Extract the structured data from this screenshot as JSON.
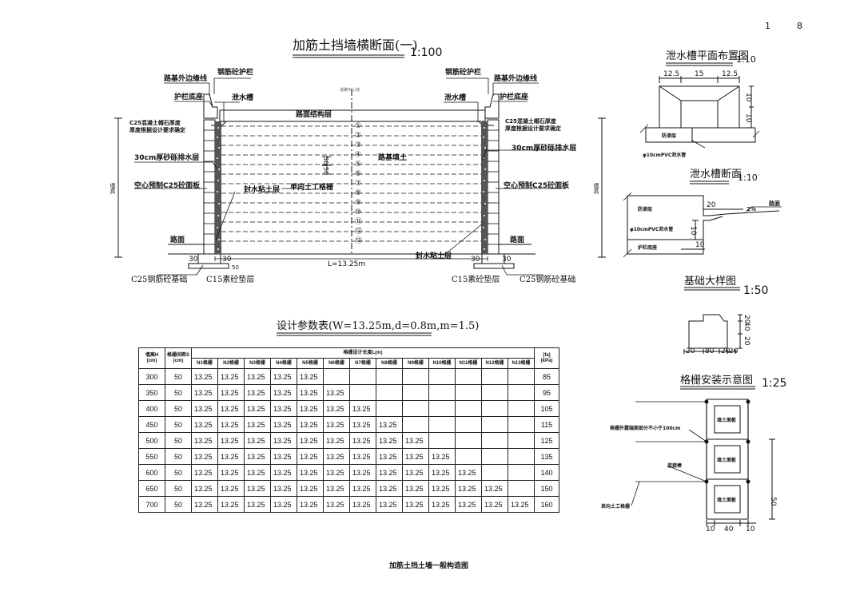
{
  "page": {
    "num_a": "1",
    "num_b": "8",
    "footer": "加筋土挡土墙一般构造图"
  },
  "section": {
    "title": "加筋土挡墙横断面(一)",
    "scale": "1:100",
    "labels": {
      "road_edge_left": "路基外边缘线",
      "road_edge_right": "路基外边缘线",
      "rail_left": "钢筋砼护栏",
      "rail_right": "钢筋砼护栏",
      "rail_base_left": "护栏底座",
      "rail_base_right": "护栏底座",
      "drain_left": "泄水槽",
      "drain_right": "泄水槽",
      "pavement": "路面结构层",
      "c25_left": "C25混凝土帽石厚度\n厚度根据设计要求确定",
      "c25_right": "C25混凝土帽石厚度\n厚度根据设计要求确定",
      "sand_left": "30cm厚砂砾排水层",
      "sand_right": "30cm厚砂砾排水层",
      "fill": "路基填土",
      "panel_left": "空心预制C25砼面板",
      "panel_right": "空心预制C25砼面板",
      "seal_clay_mid": "封水粘土层",
      "seal_clay_right": "封水粘土层",
      "geogrid": "单向土工格栅",
      "ground_left": "路面",
      "ground_right": "路面",
      "length": "L=13.25m",
      "dim_30_a": "30",
      "dim_30_b": "30",
      "dim_30_c": "30",
      "dim_30_d": "30",
      "dim_50": "50",
      "dim_50_50": "50|50",
      "c15_left": "C15素砼垫层",
      "c15_right": "C15素砼垫层",
      "found_left": "C25钢筋砼基础",
      "found_right": "C25钢筋砼基础",
      "height_left": "墙高",
      "height_right": "墙高",
      "center_line": "道路中心线",
      "layers": [
        "①",
        "②",
        "③",
        "④",
        "⑤",
        "⑥",
        "⑦",
        "⑧",
        "⑨",
        "⑩",
        "⑪",
        "⑫",
        "⑬"
      ]
    }
  },
  "drain_plan": {
    "title": "泄水槽平面布置图",
    "scale": "1:10",
    "dims": {
      "a": "12.5",
      "b": "15",
      "c": "12.5",
      "d": "10",
      "e": "10"
    },
    "labels": {
      "mat": "防渗层",
      "pipe": "φ10cmPVC泄水管"
    }
  },
  "drain_section": {
    "title": "泄水槽断面",
    "scale": "1:10",
    "labels": {
      "mat": "防渗层",
      "pct": "2%",
      "road": "路面",
      "pipe": "φ10cmPVC泄水管",
      "base": "护栏底座"
    },
    "dims": {
      "w": "20",
      "h": "10",
      "b": "10"
    }
  },
  "foundation": {
    "title": "基础大样图",
    "scale": "1:50",
    "dims": [
      "20",
      "80",
      "20",
      "20",
      "20",
      "40",
      "20"
    ]
  },
  "grid_install": {
    "title": "格栅安装示意图",
    "scale": "1:25",
    "labels": {
      "embed": "格栅外露端面部分不小于100cm",
      "connector": "连接棒",
      "geogrid": "单向土工格栅",
      "fill1": "填土面板",
      "fill2": "填土面板",
      "fill3": "填土面板"
    },
    "dims": {
      "a": "10",
      "b": "40",
      "c": "10",
      "h": "50"
    }
  },
  "table": {
    "title": "设计参数表(W=13.25m,d=0.8m,m=1.5)",
    "headers": {
      "h": "墙高H\n(cm)",
      "s": "格栅间距S\n(cm)",
      "group": "格栅设计长度L(m)",
      "fa": "[fa]\n(kPa)",
      "cols": [
        "N1格栅",
        "N2格栅",
        "N3格栅",
        "N4格栅",
        "N5格栅",
        "N6格栅",
        "N7格栅",
        "N8格栅",
        "N9格栅",
        "N10格栅",
        "N11格栅",
        "N12格栅",
        "N13格栅"
      ]
    },
    "rows": [
      {
        "h": "300",
        "s": "50",
        "l": [
          "13.25",
          "13.25",
          "13.25",
          "13.25",
          "13.25",
          "",
          "",
          "",
          "",
          "",
          "",
          "",
          ""
        ],
        "fa": "85"
      },
      {
        "h": "350",
        "s": "50",
        "l": [
          "13.25",
          "13.25",
          "13.25",
          "13.25",
          "13.25",
          "13.25",
          "",
          "",
          "",
          "",
          "",
          "",
          ""
        ],
        "fa": "95"
      },
      {
        "h": "400",
        "s": "50",
        "l": [
          "13.25",
          "13.25",
          "13.25",
          "13.25",
          "13.25",
          "13.25",
          "13.25",
          "",
          "",
          "",
          "",
          "",
          ""
        ],
        "fa": "105"
      },
      {
        "h": "450",
        "s": "50",
        "l": [
          "13.25",
          "13.25",
          "13.25",
          "13.25",
          "13.25",
          "13.25",
          "13.25",
          "13.25",
          "",
          "",
          "",
          "",
          ""
        ],
        "fa": "115"
      },
      {
        "h": "500",
        "s": "50",
        "l": [
          "13.25",
          "13.25",
          "13.25",
          "13.25",
          "13.25",
          "13.25",
          "13.25",
          "13.25",
          "13.25",
          "",
          "",
          "",
          ""
        ],
        "fa": "125"
      },
      {
        "h": "550",
        "s": "50",
        "l": [
          "13.25",
          "13.25",
          "13.25",
          "13.25",
          "13.25",
          "13.25",
          "13.25",
          "13.25",
          "13.25",
          "13.25",
          "",
          "",
          ""
        ],
        "fa": "135"
      },
      {
        "h": "600",
        "s": "50",
        "l": [
          "13.25",
          "13.25",
          "13.25",
          "13.25",
          "13.25",
          "13.25",
          "13.25",
          "13.25",
          "13.25",
          "13.25",
          "13.25",
          "",
          ""
        ],
        "fa": "140"
      },
      {
        "h": "650",
        "s": "50",
        "l": [
          "13.25",
          "13.25",
          "13.25",
          "13.25",
          "13.25",
          "13.25",
          "13.25",
          "13.25",
          "13.25",
          "13.25",
          "13.25",
          "13.25",
          ""
        ],
        "fa": "150"
      },
      {
        "h": "700",
        "s": "50",
        "l": [
          "13.25",
          "13.25",
          "13.25",
          "13.25",
          "13.25",
          "13.25",
          "13.25",
          "13.25",
          "13.25",
          "13.25",
          "13.25",
          "13.25",
          "13.25"
        ],
        "fa": "160"
      }
    ]
  }
}
